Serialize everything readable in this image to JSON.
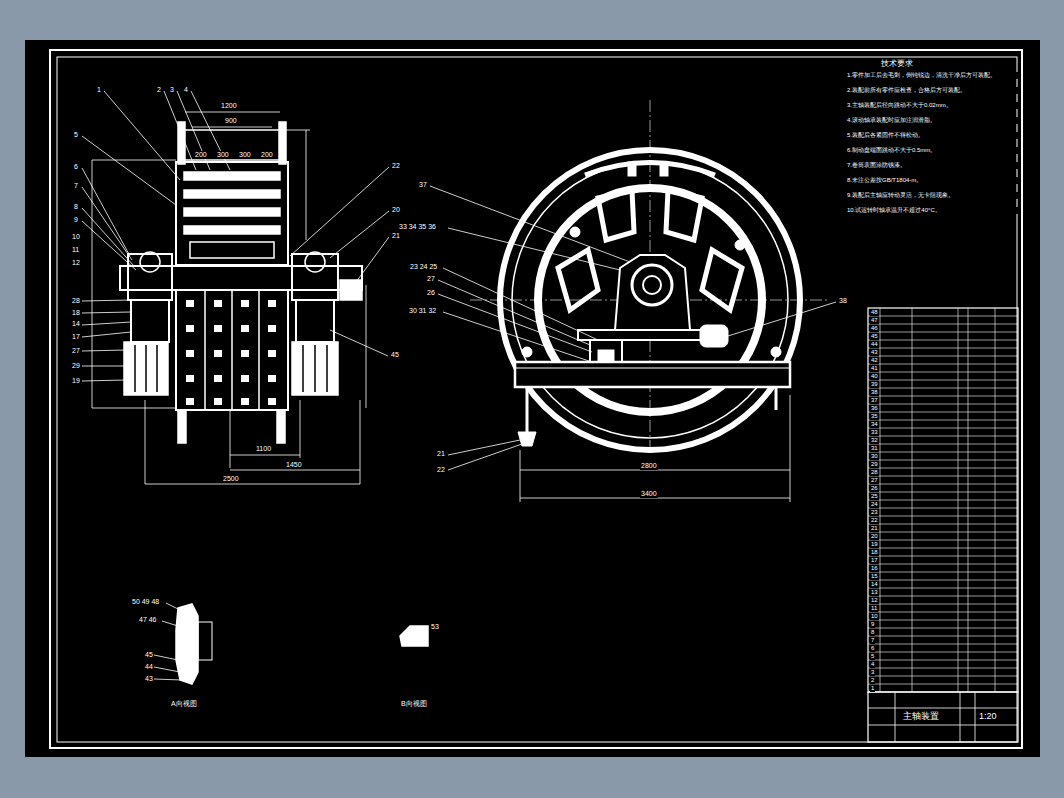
{
  "diagram": {
    "labels": [
      "1",
      "2",
      "3",
      "4",
      "5",
      "6",
      "7",
      "8",
      "9",
      "10",
      "11",
      "12",
      "28",
      "18",
      "14",
      "17",
      "27",
      "29",
      "19",
      "22",
      "20",
      "21",
      "45",
      "1200",
      "900",
      "200",
      "300",
      "300",
      "200",
      "1100",
      "1450",
      "2500",
      "37",
      "33 34 35 36",
      "23 24 25",
      "27",
      "26",
      "30 31 32",
      "38",
      "21",
      "22",
      "2800",
      "3400",
      "50 49 48",
      "47 46",
      "45",
      "44",
      "43",
      "A向视图",
      "53",
      "B向视图",
      "技术要求",
      "1.零件加工后去毛刺，倒钝锐边，清洗干净后方可装配。",
      "2.装配前所有零件应检查，合格后方可装配。",
      "3.主轴装配后径向跳动不大于0.02mm。",
      "4.滚动轴承装配时应加注润滑脂。",
      "5.装配后各紧固件不得松动。",
      "6.制动盘端面跳动不大于0.5mm。",
      "7.卷筒表面涂防锈漆。",
      "8.未注公差按GB/T1804-m。",
      "9.装配后主轴应转动灵活，无卡阻现象。",
      "10.试运转时轴承温升不超过40°C。",
      "主轴装置",
      "1:20",
      "1",
      "2",
      "3",
      "4",
      "5",
      "6",
      "7",
      "8",
      "9",
      "10",
      "11",
      "12",
      "13",
      "14",
      "15",
      "16",
      "17",
      "18",
      "19",
      "20",
      "21",
      "22",
      "23",
      "24",
      "25",
      "26",
      "27",
      "28",
      "29",
      "30",
      "31",
      "32",
      "33",
      "34",
      "35",
      "36",
      "37",
      "38",
      "39",
      "40",
      "41",
      "42",
      "43",
      "44",
      "45",
      "46",
      "47",
      "48"
    ]
  }
}
